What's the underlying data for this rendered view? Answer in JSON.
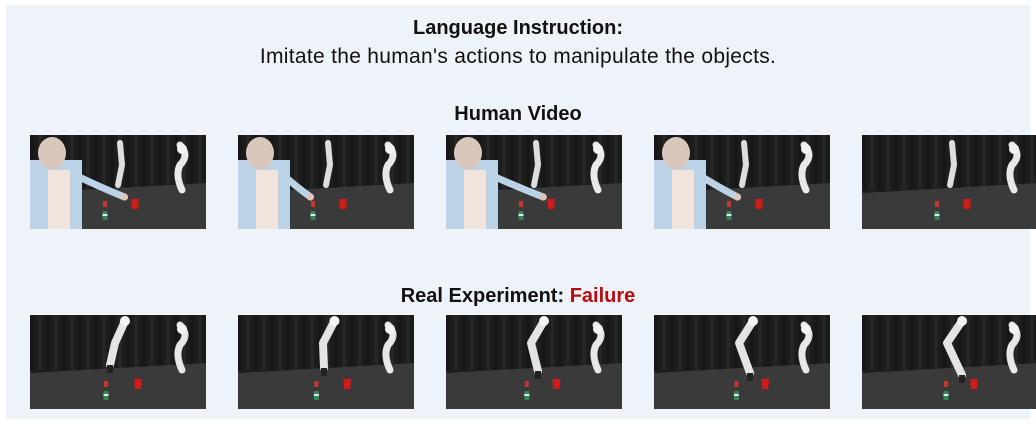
{
  "header": {
    "instruction_title": "Language Instruction:",
    "instruction_text": "Imitate the human's actions to manipulate the objects."
  },
  "human_video": {
    "title": "Human Video",
    "frames": [
      {
        "person": true,
        "arm_reach": 0.9
      },
      {
        "person": true,
        "arm_reach": 0.5
      },
      {
        "person": true,
        "arm_reach": 0.95
      },
      {
        "person": true,
        "arm_reach": 0.7
      },
      {
        "person": false,
        "arm_reach": 0.0
      }
    ]
  },
  "real_experiment": {
    "title_prefix": "Real Experiment: ",
    "result": "Failure",
    "result_color": "#b50d0d",
    "frames": [
      {
        "robot_pose": 0.0
      },
      {
        "robot_pose": 0.3
      },
      {
        "robot_pose": 0.6
      },
      {
        "robot_pose": 0.8
      },
      {
        "robot_pose": 1.0
      }
    ]
  },
  "colors": {
    "panel_background": "#eef2f9",
    "cup_red": "#d11a1a",
    "can_green": "#2e8b57"
  }
}
